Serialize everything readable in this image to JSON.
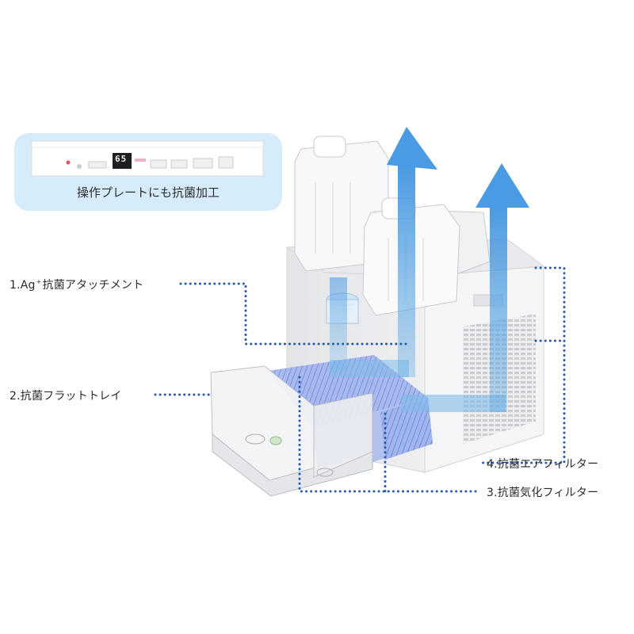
{
  "control_panel": {
    "caption": "操作プレートにも抗菌加工",
    "display_value": "65"
  },
  "labels": {
    "ag_attachment_prefix": "1.Ag",
    "ag_attachment_sup": "+",
    "ag_attachment_suffix": "抗菌アタッチメント",
    "flat_tray": "2.抗菌フラットトレイ",
    "air_filter": "4.抗菌エアフィルター",
    "vaporizing_filter": "3.抗菌気化フィルター"
  },
  "colors": {
    "panel_bg": "#d6ecfb",
    "arrow_blue": "#5aa8e4",
    "dot_line": "#2a5bb0",
    "filter_blue": "#8fa8e8",
    "body_white": "#f2f3f4"
  }
}
